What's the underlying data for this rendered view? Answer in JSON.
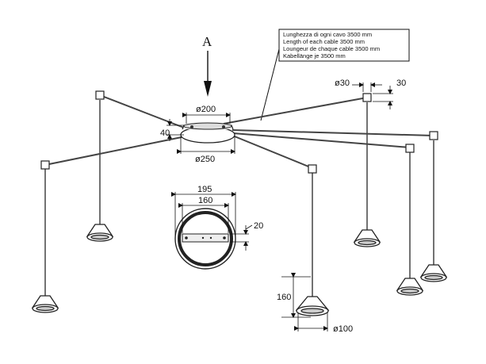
{
  "view_label": "A",
  "cable_note": [
    "Lunghezza di ogni cavo 3500 mm",
    "Length of each cable 3500 mm",
    "Loungeur de chaque cable 3500 mm",
    "Kabellänge je 3500 mm"
  ],
  "dimensions": {
    "canopy_diameter_top": "ø200",
    "canopy_diameter_bottom": "ø250",
    "canopy_height": "40",
    "anchor_diameter": "ø30",
    "anchor_size": "30",
    "plate_outer": "195",
    "plate_inner": "160",
    "plate_bracket": "20",
    "shade_height": "160",
    "shade_diameter": "ø100"
  }
}
